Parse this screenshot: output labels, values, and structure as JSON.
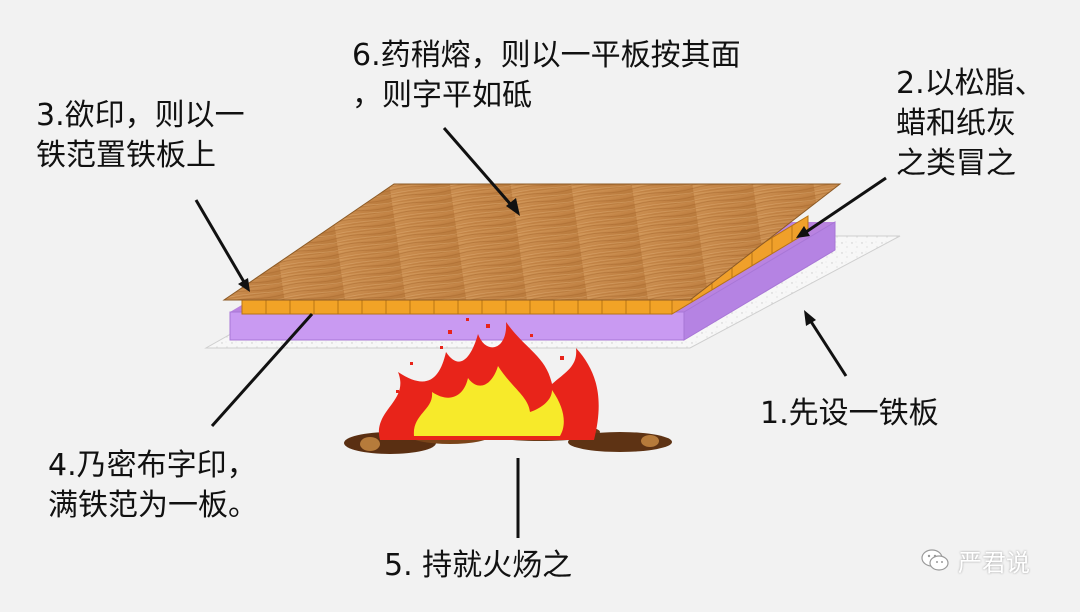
{
  "labels": {
    "step1": "1.先设一铁板",
    "step2_line1": "2.以松脂、",
    "step2_line2": "蜡和纸灰",
    "step2_line3": "之类冒之",
    "step3_line1": "3.欲印，则以一",
    "step3_line2": "铁范置铁板上",
    "step4_line1": "4.乃密布字印，",
    "step4_line2": "满铁范为一板。",
    "step5": "5. 持就火炀之",
    "step6_line1": "6.药稍熔，则以一平板按其面",
    "step6_line2": "，则字平如砥"
  },
  "watermark": {
    "text": "严君说",
    "icon": "wechat-icon"
  },
  "colors": {
    "background": "#f2f2f2",
    "wood_board": "#c98a4e",
    "iron_frame": "#c694f0",
    "type_blocks": "#f2a326",
    "base_sheet": "#f6f6f6",
    "flame_outer": "#e8241a",
    "flame_inner": "#f7ea2a",
    "logs": "#6b3a17"
  }
}
